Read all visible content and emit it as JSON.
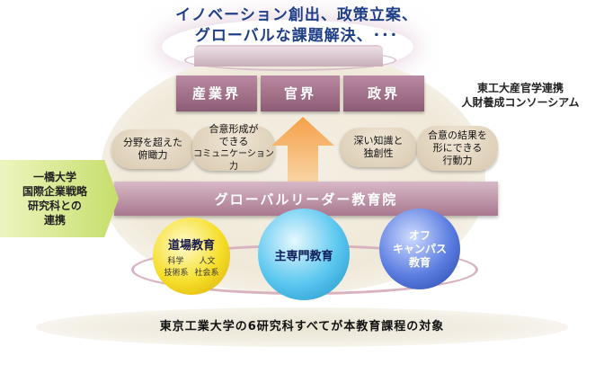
{
  "title": {
    "line1": "イノベーション創出、政策立案、",
    "line2": "グローバルな課題解決、･･･"
  },
  "sectors": {
    "industry": "産業界",
    "government": "官界",
    "politics": "政界"
  },
  "consortium": {
    "line1": "東工大産官学連携",
    "line2": "人財養成コンソーシアム"
  },
  "abilities": {
    "a1_line1": "分野を超えた",
    "a1_line2": "俯瞰力",
    "a2_line1": "合意形成が",
    "a2_line2": "できる",
    "a2_line3": "コミュニケーション力",
    "a3_line1": "深い知識と",
    "a3_line2": "独創性",
    "a4_line1": "合意の結果を",
    "a4_line2": "形にできる",
    "a4_line3": "行動力"
  },
  "school": "グローバルリーダー教育院",
  "hitotsubashi": {
    "line1": "一橋大学",
    "line2": "国際企業戦略",
    "line3": "研究科との",
    "line4": "連携"
  },
  "education": {
    "dojo": "道場教育",
    "dojo_sub1_a": "科学",
    "dojo_sub1_b": "人文",
    "dojo_sub2_a": "技術系",
    "dojo_sub2_b": "社会系",
    "major": "主専門教育",
    "off_line1": "オフ",
    "off_line2": "キャンパス",
    "off_line3": "教育"
  },
  "bottom": "東京工業大学の6研究科すべてが本教育課程の対象",
  "colors": {
    "title": "#1f3f86",
    "beam": "#9e6f88",
    "pill": "#e3d6c0",
    "arrow": "#f07c20",
    "green_box": "#c6de6b",
    "yellow_ball": "#f5d300",
    "cyan_ball": "#33b3e8",
    "blue_ball": "#3f62c9"
  }
}
